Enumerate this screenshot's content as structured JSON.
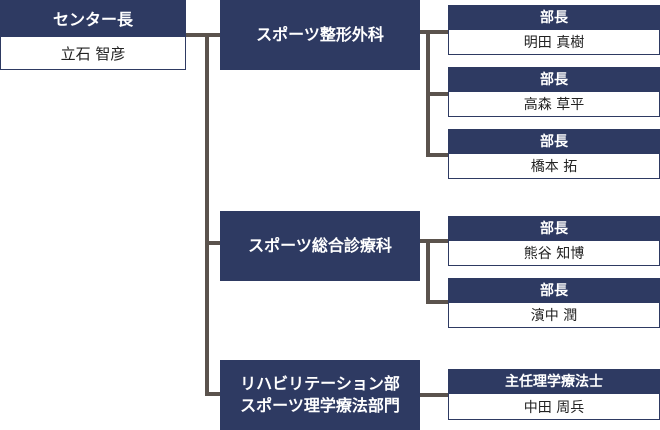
{
  "director": {
    "title": "センター長",
    "name": "立石 智彦"
  },
  "departments": [
    {
      "name": "スポーツ整形外科",
      "staff": [
        {
          "title": "部長",
          "name": "明田 真樹"
        },
        {
          "title": "部長",
          "name": "高森 草平"
        },
        {
          "title": "部長",
          "name": "橋本 拓"
        }
      ]
    },
    {
      "name": "スポーツ総合診療科",
      "staff": [
        {
          "title": "部長",
          "name": "熊谷 知博"
        },
        {
          "title": "部長",
          "name": "濱中 潤"
        }
      ]
    },
    {
      "name_line1": "リハビリテーション部",
      "name_line2": "スポーツ理学療法部門",
      "staff": [
        {
          "title": "主任理学療法士",
          "name": "中田 周兵"
        }
      ]
    }
  ],
  "colors": {
    "box_fill": "#2e3a62",
    "connector": "#5b534d",
    "text_light": "#ffffff",
    "text_dark": "#222222"
  }
}
